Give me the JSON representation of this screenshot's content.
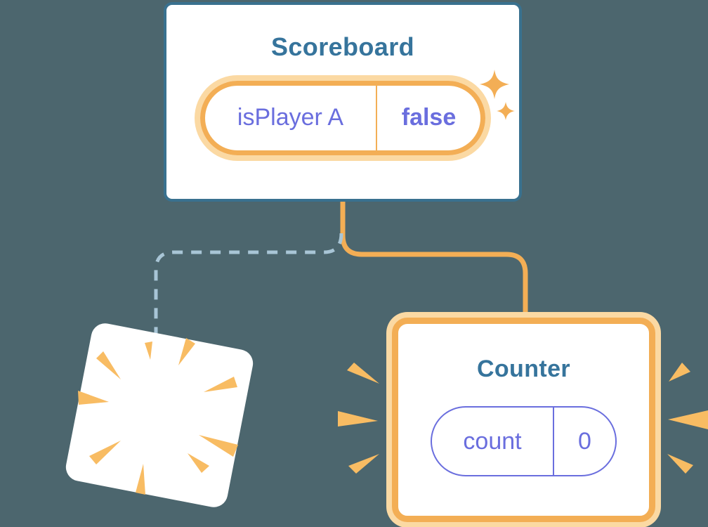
{
  "background_color": "#4c666e",
  "colors": {
    "bg": "#4c666e",
    "blue_border": "#39718f",
    "blue_text": "#36749c",
    "orange": "#f3ae55",
    "orange_glow": "#fbd9a3",
    "purple": "#6a6ede",
    "dash": "#a8c5d6",
    "ray": "#f8bc63",
    "white": "#ffffff"
  },
  "icons": {
    "sparkle_large": "sparkle-icon",
    "sparkle_small": "sparkle-icon",
    "poof": "poof-burst-icon",
    "emphasis_rays": "emphasis-rays-icon"
  },
  "scoreboard": {
    "title": "Scoreboard",
    "state_pill": {
      "name": "isPlayer A",
      "value": "false"
    }
  },
  "counter": {
    "title": "Counter",
    "state_pill": {
      "name": "count",
      "value": "0"
    }
  }
}
